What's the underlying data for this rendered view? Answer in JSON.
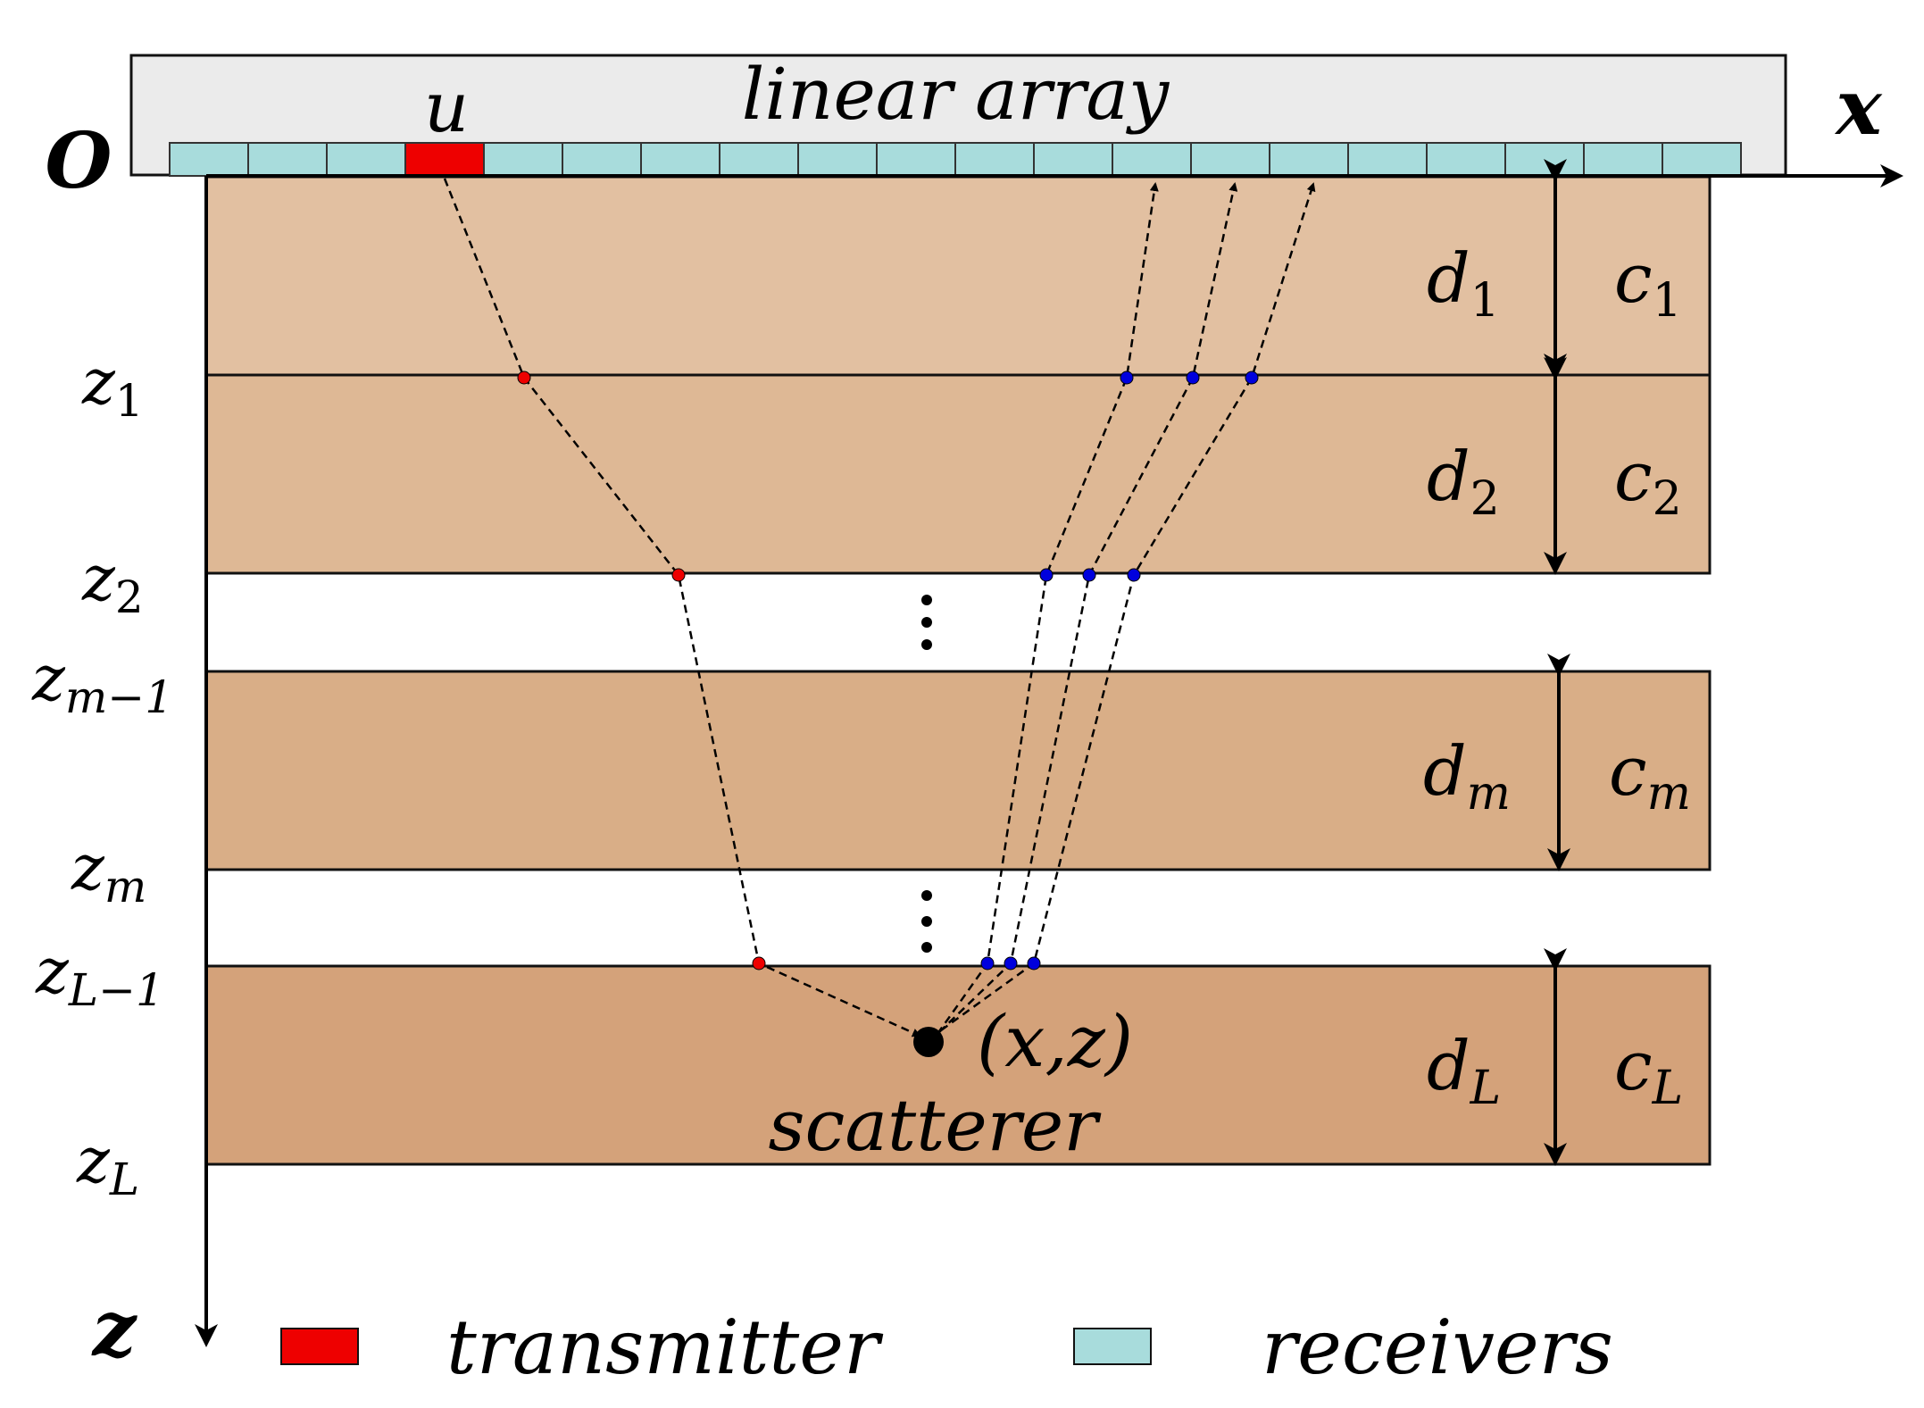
{
  "origin_label": "O",
  "x_axis_label": "x",
  "z_axis_label": "z",
  "array_label": "linear array",
  "transmitter_symbol": "u",
  "receiver_count": 20,
  "transmitter_index": 3,
  "layers": [
    {
      "boundary": "z",
      "boundary_sub": "1",
      "thickness": "d",
      "thickness_sub": "1",
      "speed": "c",
      "speed_sub": "1",
      "color": "#e2c0a1"
    },
    {
      "boundary": "z",
      "boundary_sub": "2",
      "thickness": "d",
      "thickness_sub": "2",
      "speed": "c",
      "speed_sub": "2",
      "color": "#deb895"
    },
    {
      "top_boundary": "z",
      "top_boundary_sub": "m−1",
      "boundary": "z",
      "boundary_sub": "m",
      "thickness": "d",
      "thickness_sub": "m",
      "speed": "c",
      "speed_sub": "m",
      "color": "#d9ae87"
    },
    {
      "top_boundary": "z",
      "top_boundary_sub": "L−1",
      "boundary": "z",
      "boundary_sub": "L",
      "thickness": "d",
      "thickness_sub": "L",
      "speed": "c",
      "speed_sub": "L",
      "color": "#d4a27a"
    }
  ],
  "scatterer": {
    "coord_label": "(x,z)",
    "label": "scatterer"
  },
  "legend": {
    "transmitter": "transmitter",
    "receivers": "receivers"
  },
  "colors": {
    "transmitter": "#ee0000",
    "receiver": "#a8dcdc",
    "array_background": "#ebebeb",
    "transmit_point": "#ee0000",
    "receive_point": "#0000dd"
  }
}
